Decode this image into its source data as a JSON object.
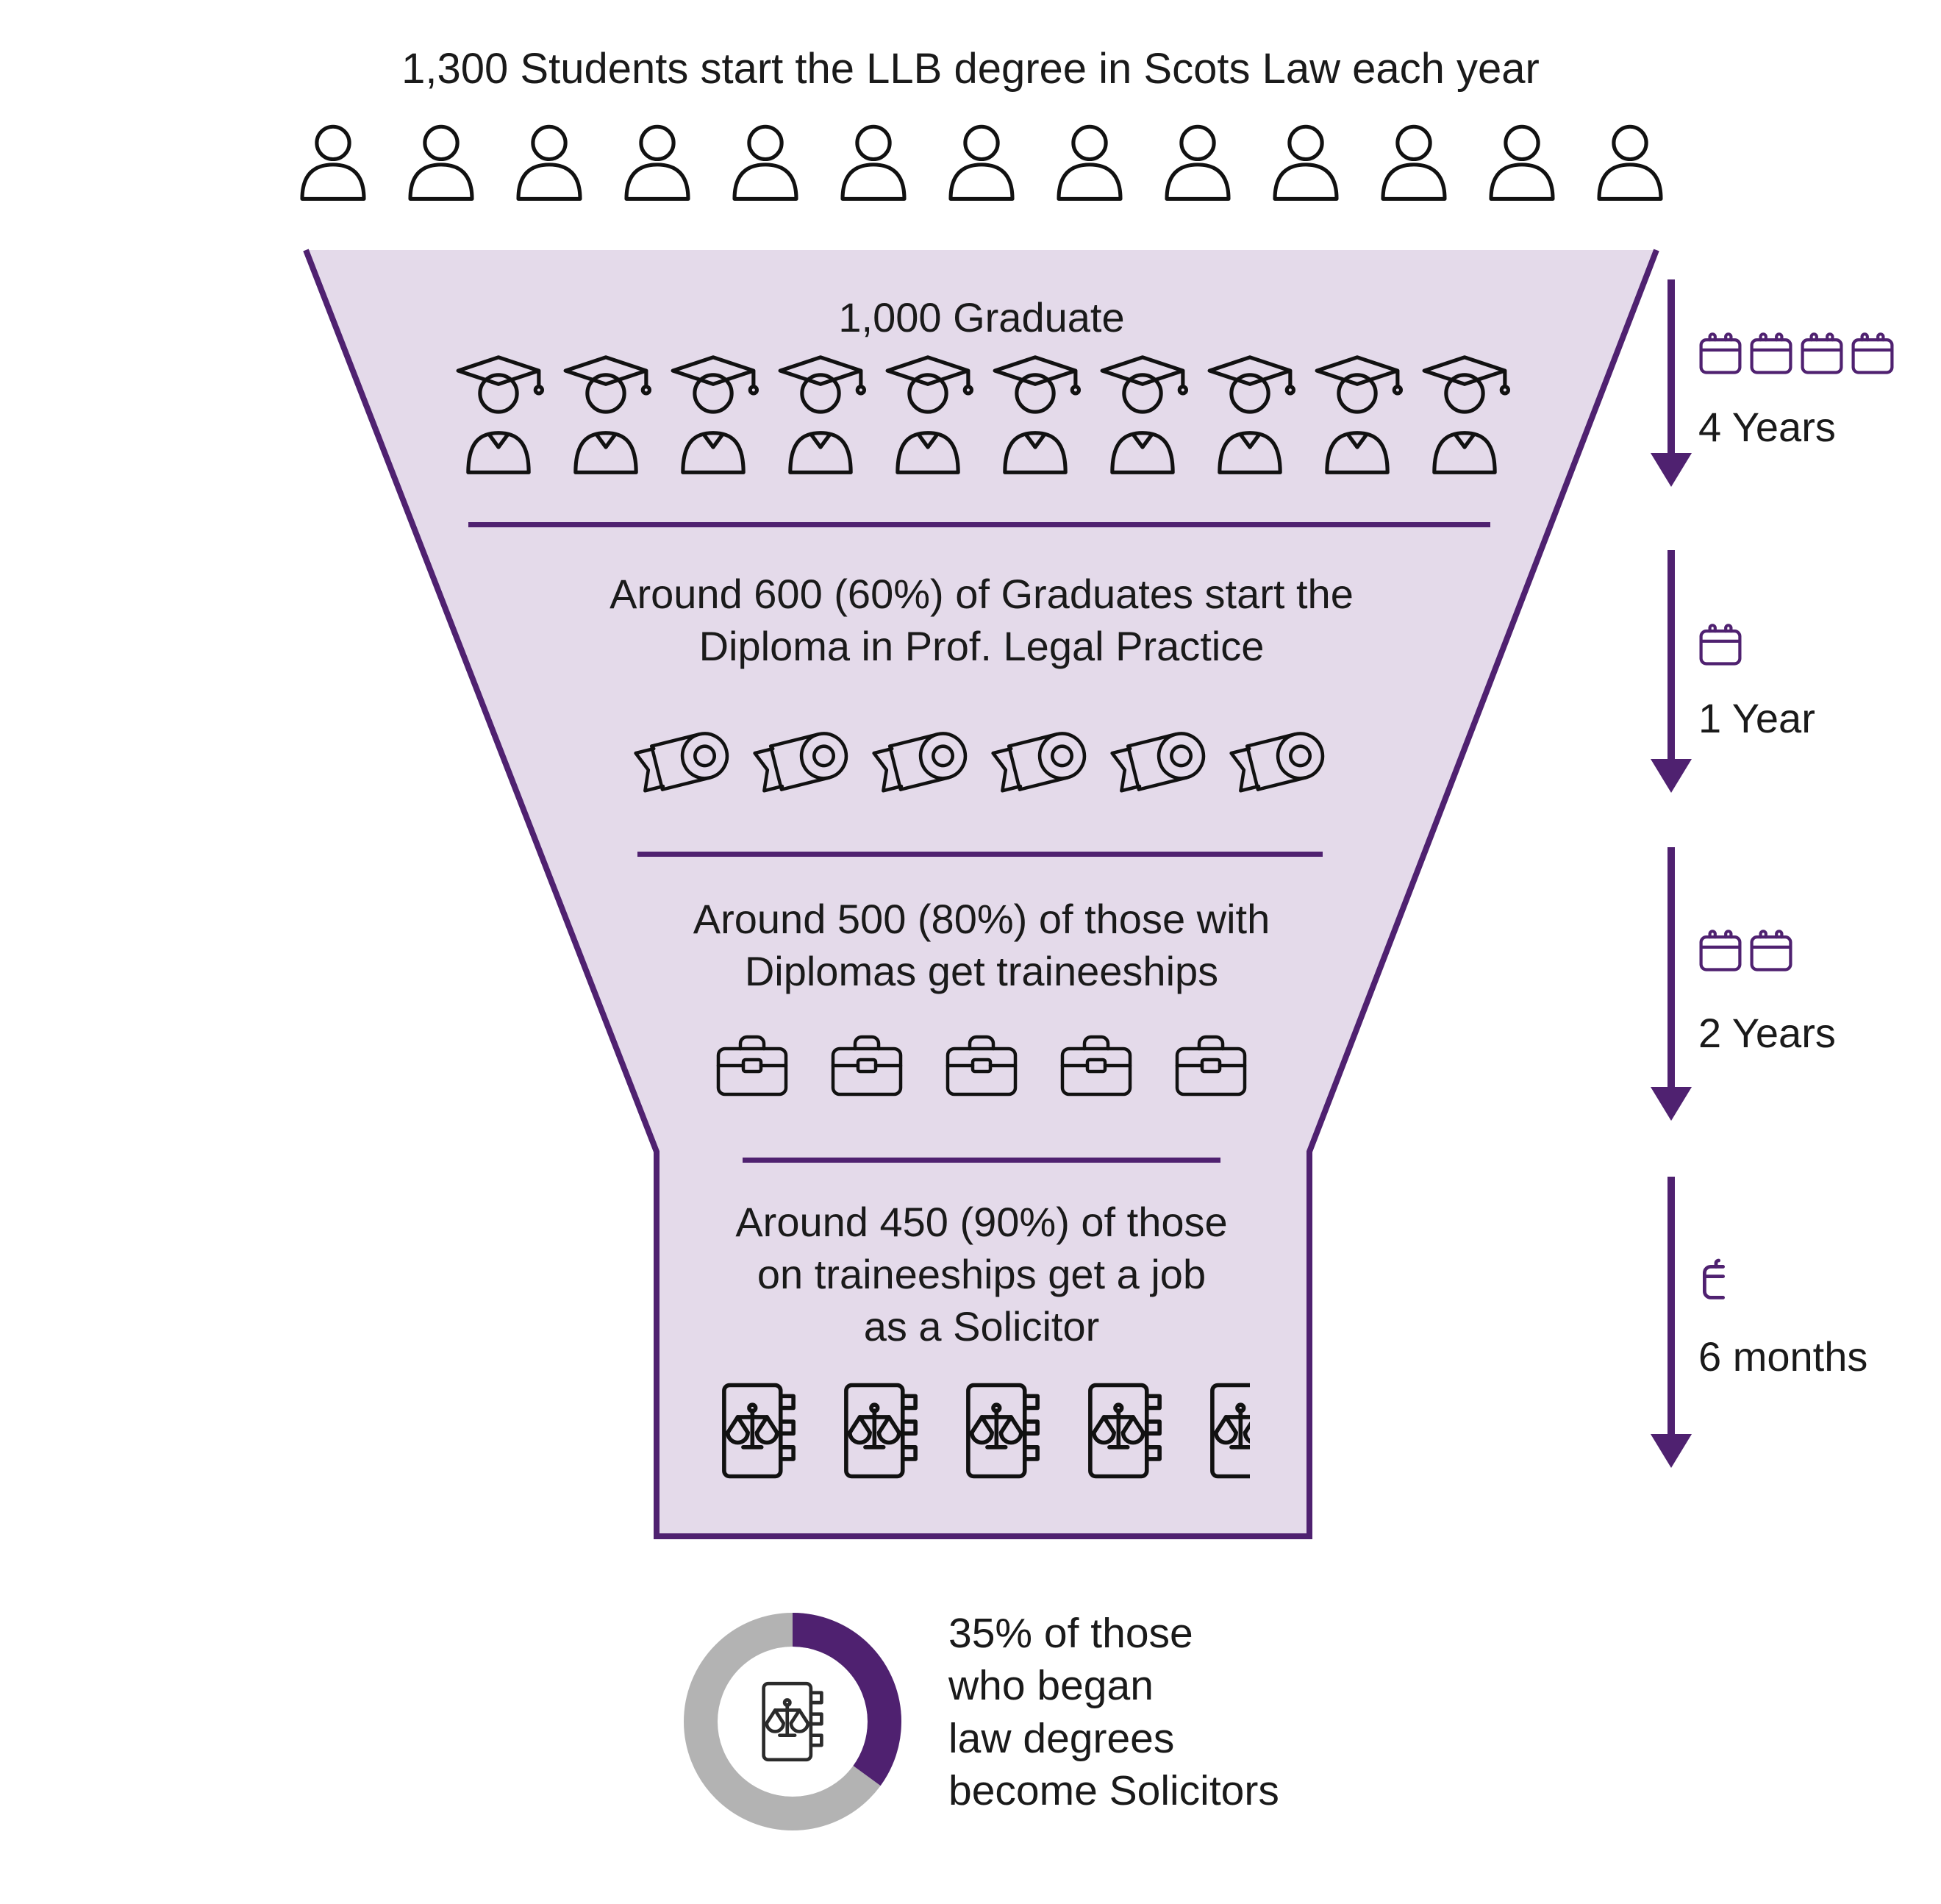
{
  "title": "1,300 Students start the LLB degree in Scots Law each year",
  "students": {
    "value": 1300,
    "icon": "person-icon",
    "count": 13
  },
  "stages": [
    {
      "lines": [
        "1,000 Graduate"
      ],
      "value": 1000,
      "icon": "graduate-icon",
      "icon_count": 10
    },
    {
      "lines": [
        "Around 600 (60%) of Graduates start the",
        "Diploma in Prof. Legal Practice"
      ],
      "value": 600,
      "percent_of_previous": 60,
      "icon": "diploma-icon",
      "icon_count": 6
    },
    {
      "lines": [
        "Around 500 (80%) of those with",
        "Diplomas get traineeships"
      ],
      "value": 500,
      "percent_of_previous": 80,
      "icon": "briefcase-icon",
      "icon_count": 5
    },
    {
      "lines": [
        "Around 450 (90%) of those",
        "on traineeships get a job",
        "as a Solicitor"
      ],
      "value": 450,
      "percent_of_previous": 90,
      "icon": "law-book-icon",
      "icon_count_full": 4,
      "icon_count_half": 1
    }
  ],
  "timeline": [
    {
      "label": "4 Years",
      "icon": "calendar-icon",
      "calendars": 4,
      "half_calendars": 0
    },
    {
      "label": "1 Year",
      "icon": "calendar-icon",
      "calendars": 1,
      "half_calendars": 0
    },
    {
      "label": "2 Years",
      "icon": "calendar-icon",
      "calendars": 2,
      "half_calendars": 0
    },
    {
      "label": "6 months",
      "icon": "half-calendar-icon",
      "calendars": 0,
      "half_calendars": 1
    }
  ],
  "donut": {
    "percent": 35,
    "lines": [
      "35% of those",
      "who began",
      "law degrees",
      "become Solicitors"
    ],
    "center_icon": "law-book-icon"
  },
  "colors": {
    "purple": "#4F2170",
    "funnel-fill": "#E4DAEA",
    "ink": "#1A1A1A",
    "donut-gray": "#B3B3B3"
  },
  "chart_data": {
    "type": "funnel",
    "stages": [
      {
        "label": "Students start the LLB degree in Scots Law each year",
        "value": 1300
      },
      {
        "label": "Graduate",
        "value": 1000,
        "duration_after_previous": "4 Years"
      },
      {
        "label": "Graduates start the Diploma in Prof. Legal Practice",
        "value": 600,
        "percent_of_previous": 60,
        "duration_after_previous": "1 Year"
      },
      {
        "label": "Diploma holders get traineeships",
        "value": 500,
        "percent_of_previous": 80,
        "duration_after_previous": "2 Years"
      },
      {
        "label": "Trainees get a job as a Solicitor",
        "value": 450,
        "percent_of_previous": 90,
        "duration_after_previous": "6 months"
      }
    ],
    "donut": {
      "percent": 35,
      "label": "of those who began law degrees become Solicitors"
    }
  }
}
